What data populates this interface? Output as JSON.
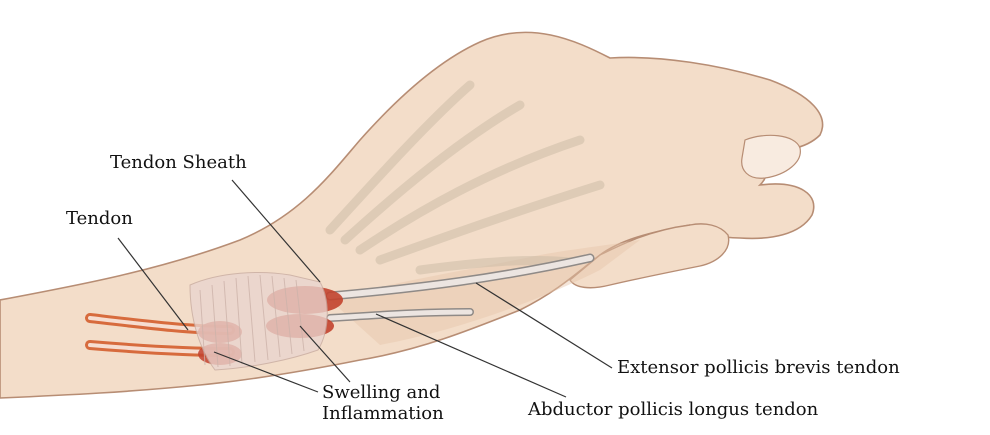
{
  "labels": {
    "tendon_sheath": "Tendon Sheath",
    "tendon": "Tendon",
    "swelling": "Swelling and\nInflammation",
    "epb": "Extensor pollicis brevis tendon",
    "apl": "Abductor pollicis longus tendon"
  },
  "colors": {
    "skin": "#f3ddc9",
    "skin_shadow": "#e7c6ab",
    "skin_outline": "#b78d74",
    "bone": "#f1e6d6",
    "bone_outline": "#cdbda8",
    "tendon": "#e8e0dc",
    "tendon_outline": "#8f8a87",
    "tendon_orange": "#d76b3d",
    "sheath": "#e9d5cf",
    "inflammation": "#c2422e",
    "leader_line": "#333333"
  }
}
